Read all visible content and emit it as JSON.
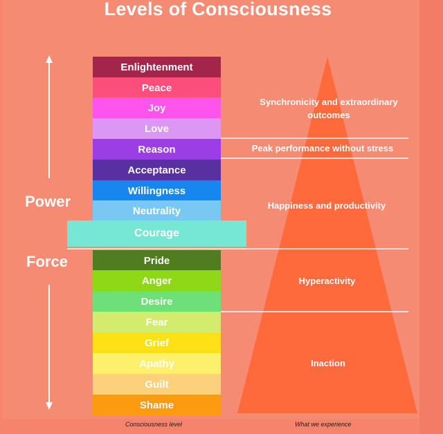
{
  "title": "Levels of Consciousness",
  "side_labels": {
    "power": "Power",
    "force": "Force"
  },
  "levels": [
    {
      "label": "Enlightenment",
      "color": "#a3254c"
    },
    {
      "label": "Peace",
      "color": "#fb4e7b"
    },
    {
      "label": "Joy",
      "color": "#fc54ec"
    },
    {
      "label": "Love",
      "color": "#dc97f4"
    },
    {
      "label": "Reason",
      "color": "#9b3ee5"
    },
    {
      "label": "Acceptance",
      "color": "#5930a2"
    },
    {
      "label": "Willingness",
      "color": "#1786ef"
    },
    {
      "label": "Neutrality",
      "color": "#78c8f3"
    },
    {
      "label": "Courage",
      "color": "#76e7d4"
    },
    {
      "label": "Pride",
      "color": "#4f7d1f"
    },
    {
      "label": "Anger",
      "color": "#8fd817"
    },
    {
      "label": "Desire",
      "color": "#6fdf79"
    },
    {
      "label": "Fear",
      "color": "#d4ec6e"
    },
    {
      "label": "Grief",
      "color": "#fde116"
    },
    {
      "label": "Apathy",
      "color": "#fdf06a"
    },
    {
      "label": "Guilt",
      "color": "#fdd07b"
    },
    {
      "label": "Shame",
      "color": "#fc9a10"
    }
  ],
  "experiences": [
    "Synchronicity and extraordinary outcomes",
    "Peak performance without stress",
    "Happiness and productivity",
    "Hyperactivity",
    "Inaction"
  ],
  "captions": {
    "left": "Consciousness level",
    "right": "What we experience"
  },
  "colors": {
    "background": "#f58b73",
    "pyramid": "#ff6a3d",
    "text": "#ffffff"
  }
}
